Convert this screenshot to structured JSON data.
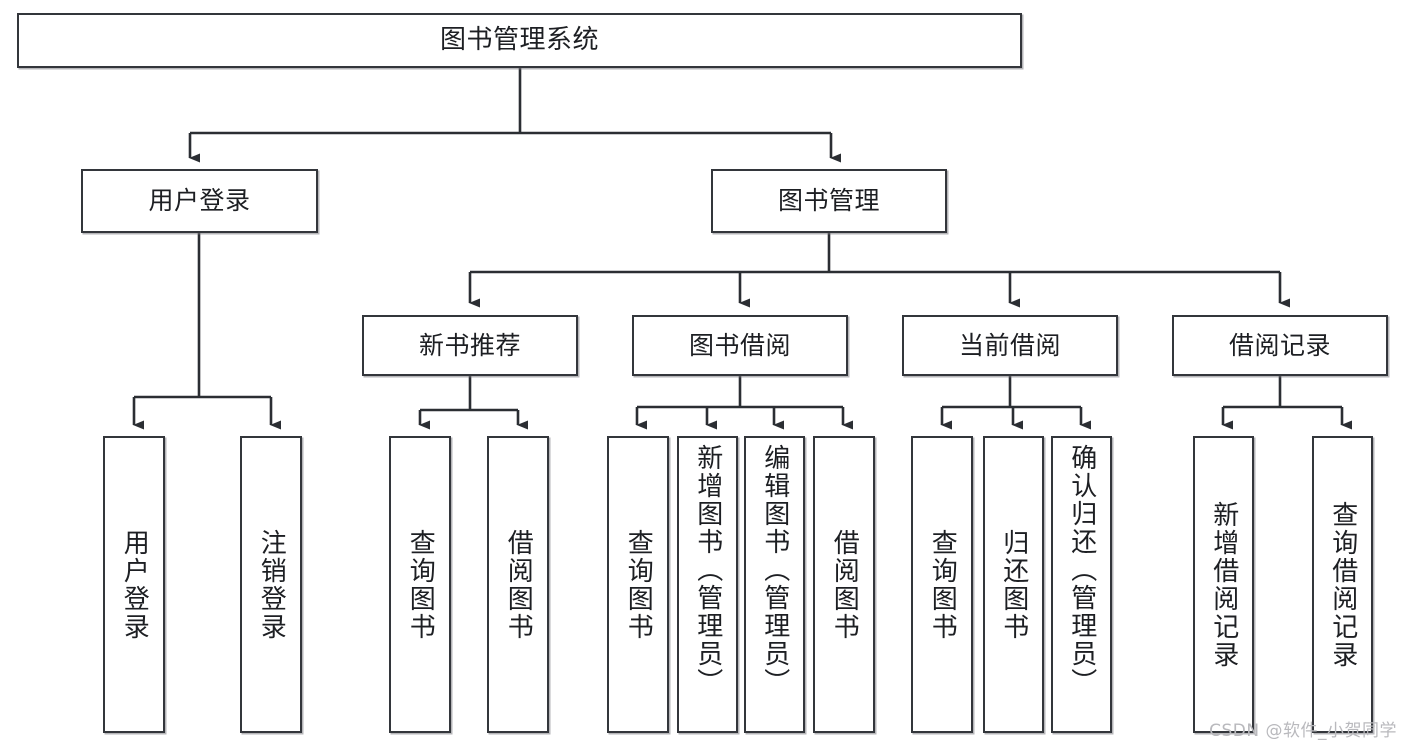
{
  "diagram": {
    "title": "图书管理系统",
    "type": "tree",
    "orientation": "top-down",
    "colors": {
      "box_border": "#33363b",
      "box_fill": "#ffffff",
      "edge": "#2b2e33",
      "text": "#1d1f23",
      "watermark": "#b9b9bd",
      "background": "#ffffff"
    },
    "watermark": "CSDN @软件_小贺同学"
  },
  "nodes": {
    "root": {
      "label": "图书管理系统"
    },
    "level2": [
      {
        "label": "用户登录"
      },
      {
        "label": "图书管理"
      }
    ],
    "level3": [
      {
        "label": "新书推荐"
      },
      {
        "label": "图书借阅"
      },
      {
        "label": "当前借阅"
      },
      {
        "label": "借阅记录"
      }
    ],
    "leaves": {
      "user_login": [
        {
          "label": "用户登录"
        },
        {
          "label": "注销登录"
        }
      ],
      "new_book_recommend": [
        {
          "label": "查询图书"
        },
        {
          "label": "借阅图书"
        }
      ],
      "book_borrow": [
        {
          "label": "查询图书"
        },
        {
          "label": "新增图书（管理员）"
        },
        {
          "label": "编辑图书（管理员）"
        },
        {
          "label": "借阅图书"
        }
      ],
      "current_borrow": [
        {
          "label": "查询图书"
        },
        {
          "label": "归还图书"
        },
        {
          "label": "确认归还（管理员）"
        }
      ],
      "borrow_record": [
        {
          "label": "新增借阅记录"
        },
        {
          "label": "查询借阅记录"
        }
      ]
    }
  }
}
